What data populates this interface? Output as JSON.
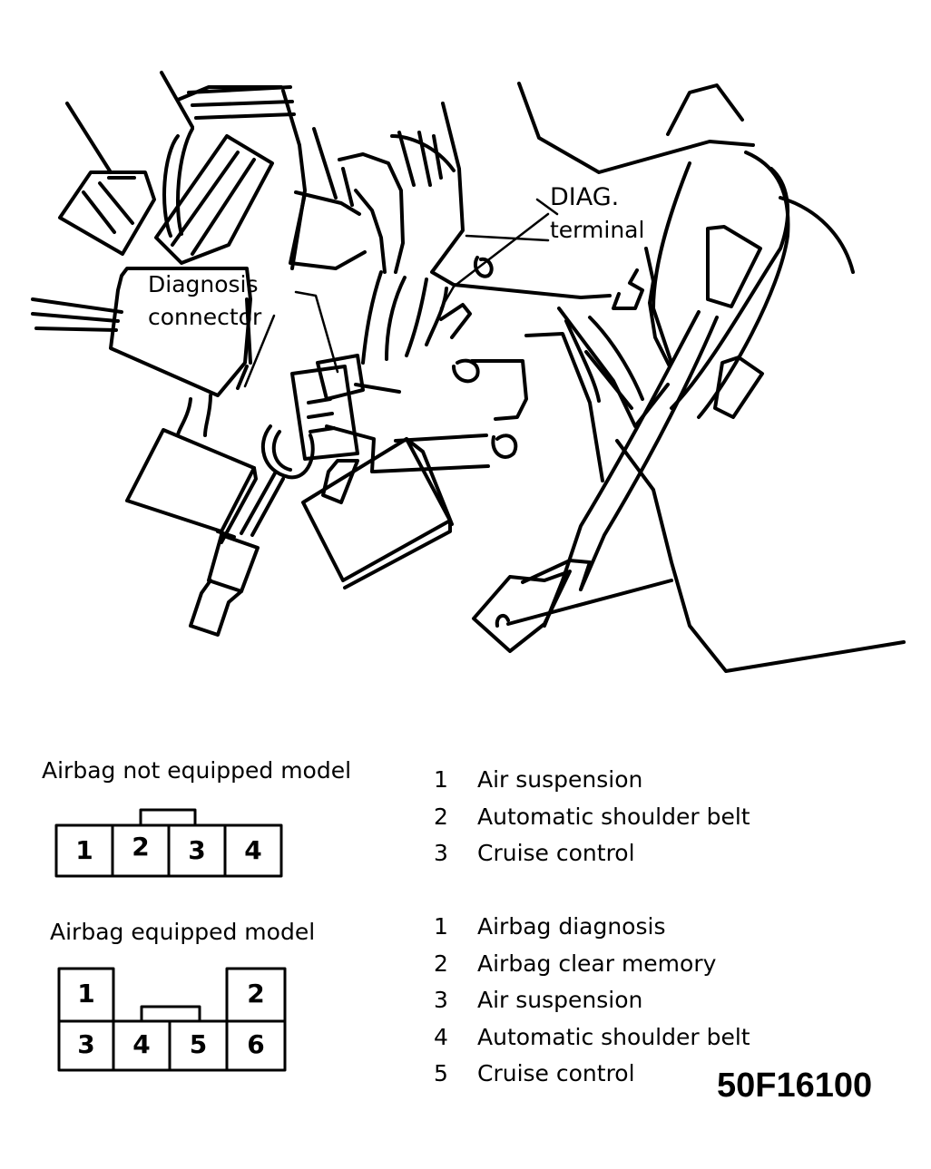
{
  "callouts": {
    "diag_terminal": [
      "DIAG.",
      "terminal"
    ],
    "diagnosis_connector": [
      "Diagnosis",
      "connector"
    ]
  },
  "models": [
    {
      "heading": "Airbag not equipped model",
      "pins": [
        "1",
        "2",
        "3",
        "4"
      ],
      "functions": [
        {
          "num": "1",
          "label": "Air suspension"
        },
        {
          "num": "2",
          "label": "Automatic shoulder belt"
        },
        {
          "num": "3",
          "label": "Cruise control"
        }
      ]
    },
    {
      "heading": "Airbag equipped model",
      "pins": [
        "1",
        "2",
        "3",
        "4",
        "5",
        "6"
      ],
      "functions": [
        {
          "num": "1",
          "label": "Airbag diagnosis"
        },
        {
          "num": "2",
          "label": "Airbag clear memory"
        },
        {
          "num": "3",
          "label": "Air suspension"
        },
        {
          "num": "4",
          "label": "Automatic shoulder belt"
        },
        {
          "num": "5",
          "label": "Cruise control"
        }
      ]
    }
  ],
  "figure_code": "50F16100"
}
